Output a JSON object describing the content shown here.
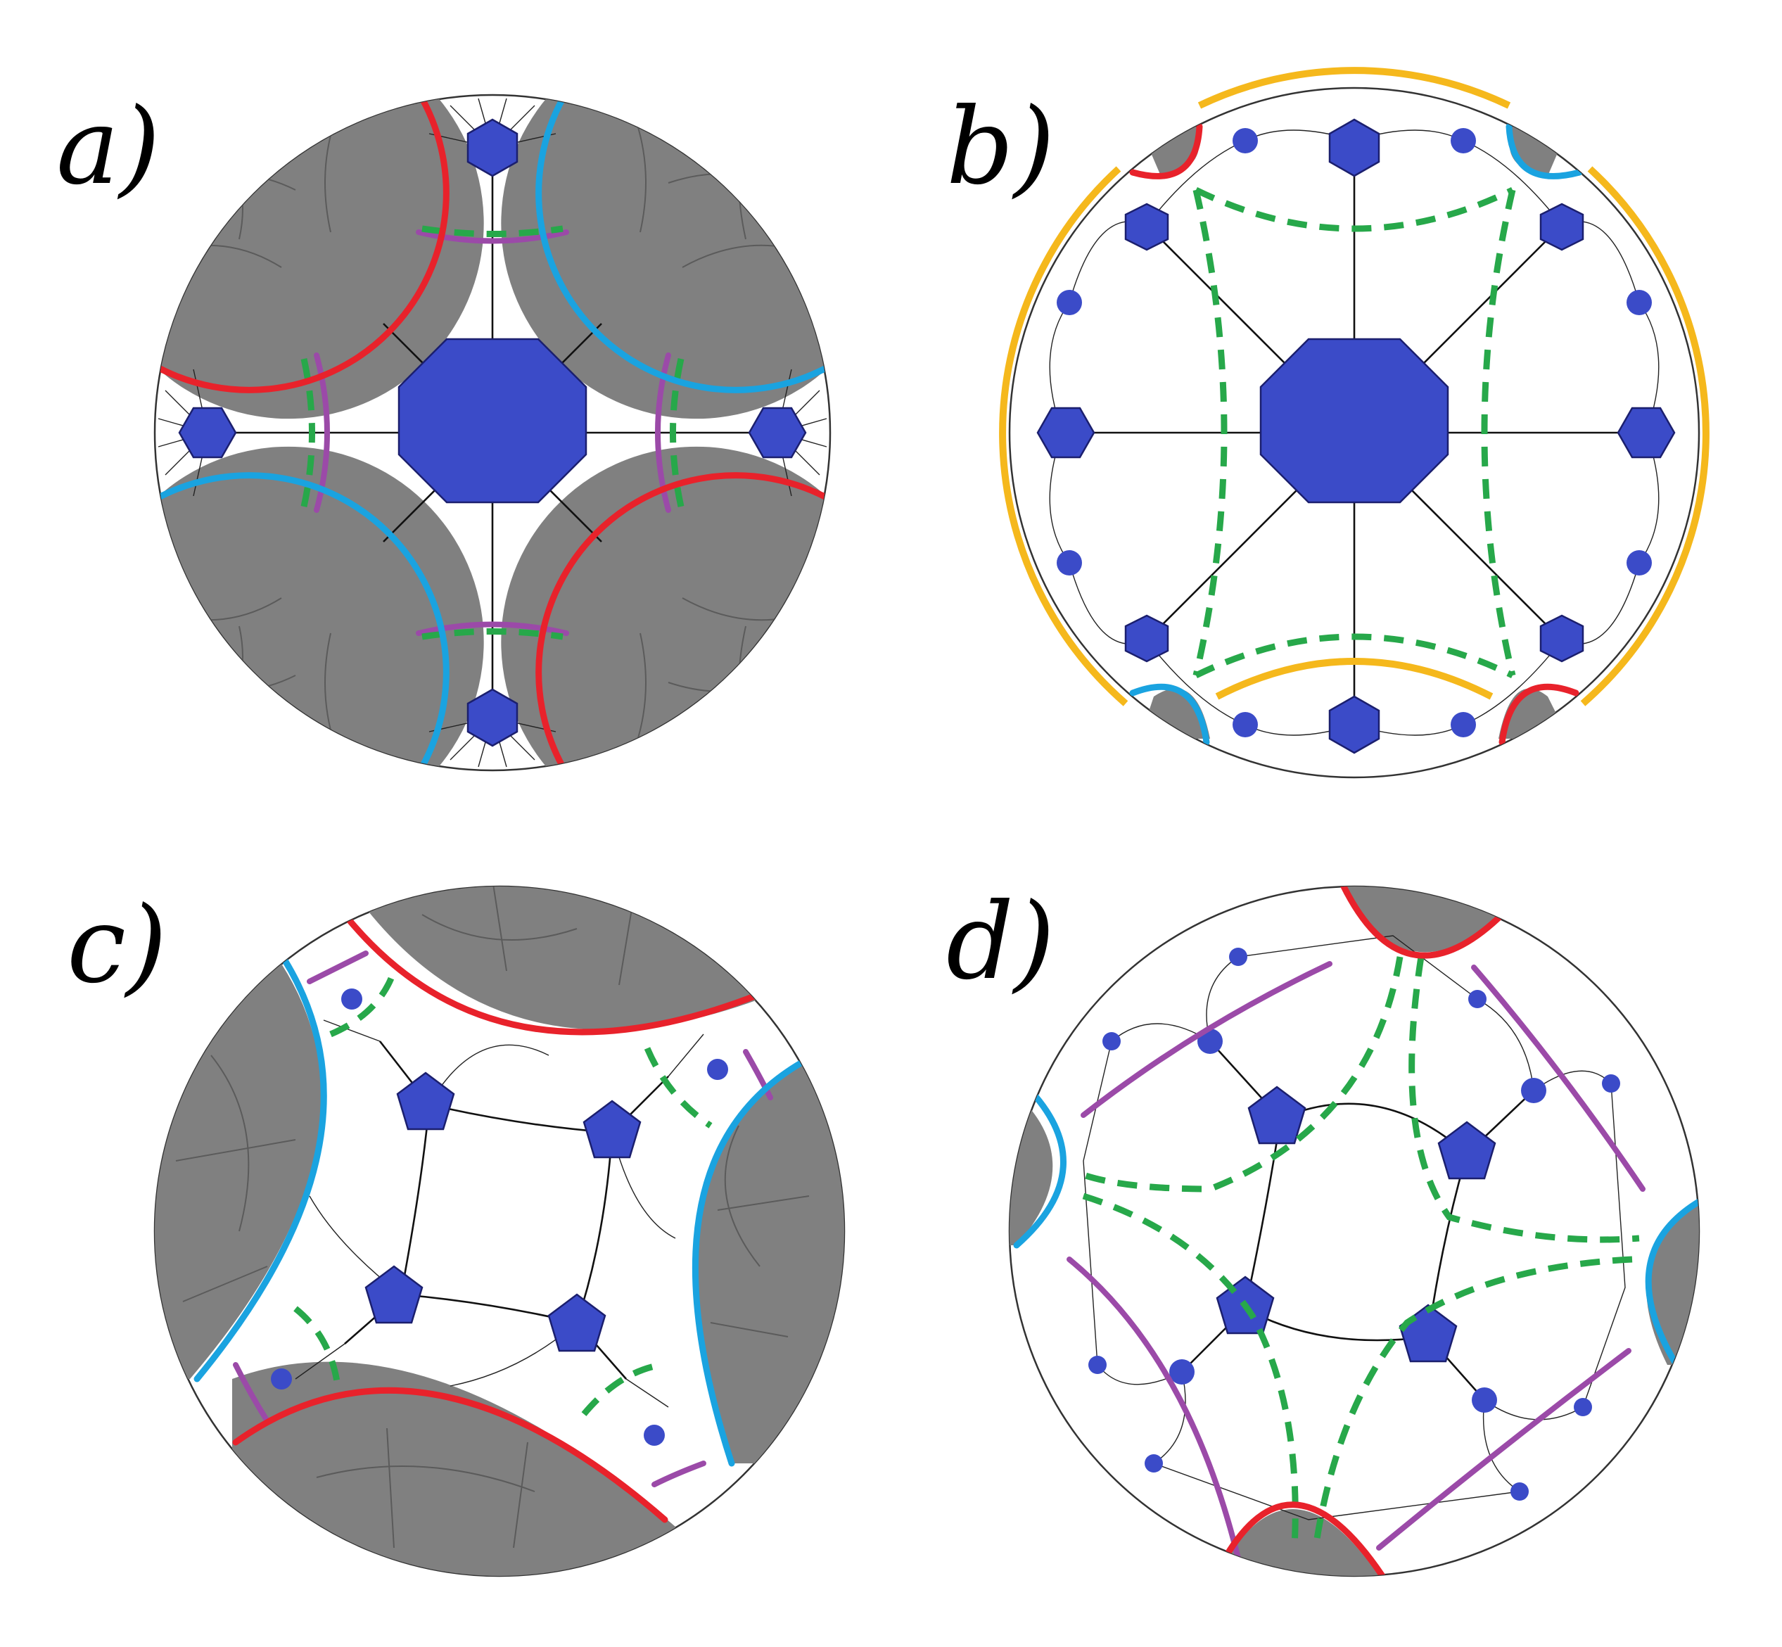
{
  "figure": {
    "panels": [
      {
        "id": "a",
        "label": "a)"
      },
      {
        "id": "b",
        "label": "b)"
      },
      {
        "id": "c",
        "label": "c)"
      },
      {
        "id": "d",
        "label": "d)"
      }
    ]
  },
  "colors": {
    "vertex_fill": "#3b4bc8",
    "removed_region": "#808080",
    "boundary_red": "#e8222b",
    "boundary_blue": "#1aa3e0",
    "geodesic_purple": "#9b4aa8",
    "cut_green": "#27a84a",
    "interval_yellow": "#f5b81c",
    "edge": "#111111"
  }
}
